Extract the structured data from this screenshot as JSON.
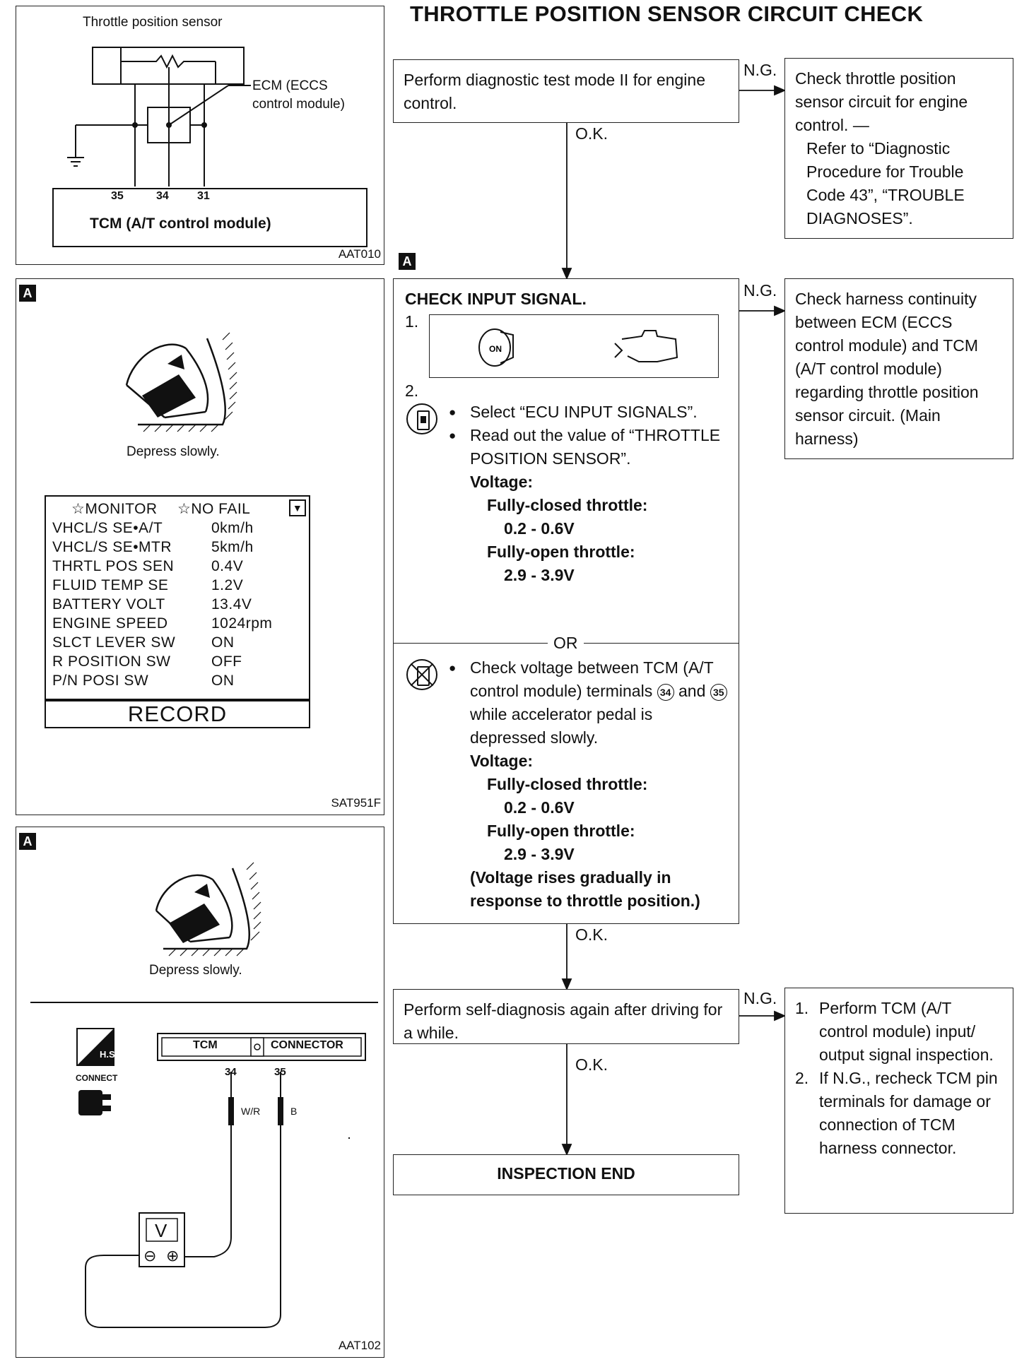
{
  "page_title": "THROTTLE POSITION SENSOR CIRCUIT CHECK",
  "wiring": {
    "sensor_label": "Throttle position sensor",
    "ecm_label_1": "ECM (ECCS",
    "ecm_label_2": "control module)",
    "pins": [
      "35",
      "34",
      "31"
    ],
    "tcm_label": "TCM (A/T control module)",
    "code": "AAT010"
  },
  "badge_letter": "A",
  "consult_panel": {
    "depress_caption": "Depress slowly.",
    "monitor_header_left": "☆MONITOR",
    "monitor_header_right": "☆NO FAIL",
    "monitor_rows": [
      {
        "name": "VHCL/S SE•A/T",
        "value": "0km/h"
      },
      {
        "name": "VHCL/S SE•MTR",
        "value": "5km/h"
      },
      {
        "name": "THRTL POS SEN",
        "value": "0.4V"
      },
      {
        "name": "FLUID TEMP SE",
        "value": "1.2V"
      },
      {
        "name": "BATTERY VOLT",
        "value": "13.4V"
      },
      {
        "name": "ENGINE SPEED",
        "value": "1024rpm"
      },
      {
        "name": "SLCT LEVER SW",
        "value": "ON"
      },
      {
        "name": "R POSITION SW",
        "value": "OFF"
      },
      {
        "name": "P/N POSI SW",
        "value": "ON"
      }
    ],
    "record_label": "RECORD",
    "code": "SAT951F"
  },
  "voltmeter_panel": {
    "depress_caption": "Depress slowly.",
    "hs_label": "H.S.",
    "connect_label": "CONNECT",
    "tcm_label": "TCM",
    "connector_label": "CONNECTOR",
    "pin_a": "34",
    "pin_b": "35",
    "wire_a": "W/R",
    "wire_b": "B",
    "meter_label": "V",
    "neg": "⊖",
    "pos": "⊕",
    "code": "AAT102"
  },
  "flow": {
    "ng": "N.G.",
    "ok": "O.K.",
    "or": "OR",
    "step1": "Perform diagnostic test mode II for engine control.",
    "ng1": {
      "line1": "Check throttle position sensor circuit for engine control. —",
      "line2": "Refer to “Diagnostic Procedure for Trouble Code 43”, “TROUBLE DIAGNOSES”."
    },
    "check": {
      "heading": "CHECK INPUT SIGNAL.",
      "n1": "1.",
      "n2": "2.",
      "on_label": "ON",
      "b1": "Select “ECU INPUT SIGNALS”.",
      "b2": "Read out the value of “THROTTLE POSITION SENSOR”.",
      "voltage": "Voltage:",
      "closed": "Fully-closed throttle:",
      "closed_v": "0.2 - 0.6V",
      "open": "Fully-open throttle:",
      "open_v": "2.9 - 3.9V",
      "b3_pre": "Check voltage between TCM (A/T control module) terminals",
      "t34": "34",
      "and": "and",
      "t35": "35",
      "b3_post": "while accelerator pedal is depressed slowly.",
      "note": "(Voltage rises gradually in response to throttle position.)"
    },
    "ng2": "Check harness continuity between ECM (ECCS control module) and TCM (A/T control module) regarding throttle position sensor circuit. (Main harness)",
    "step3": "Perform self-diagnosis again after driving for a while.",
    "ng3": {
      "n1": "1.",
      "i1": "Perform TCM (A/T control module) input/ output signal inspection.",
      "n2": "2.",
      "i2": "If N.G., recheck TCM pin terminals for damage or connection of TCM harness connector."
    },
    "end": "INSPECTION END"
  }
}
